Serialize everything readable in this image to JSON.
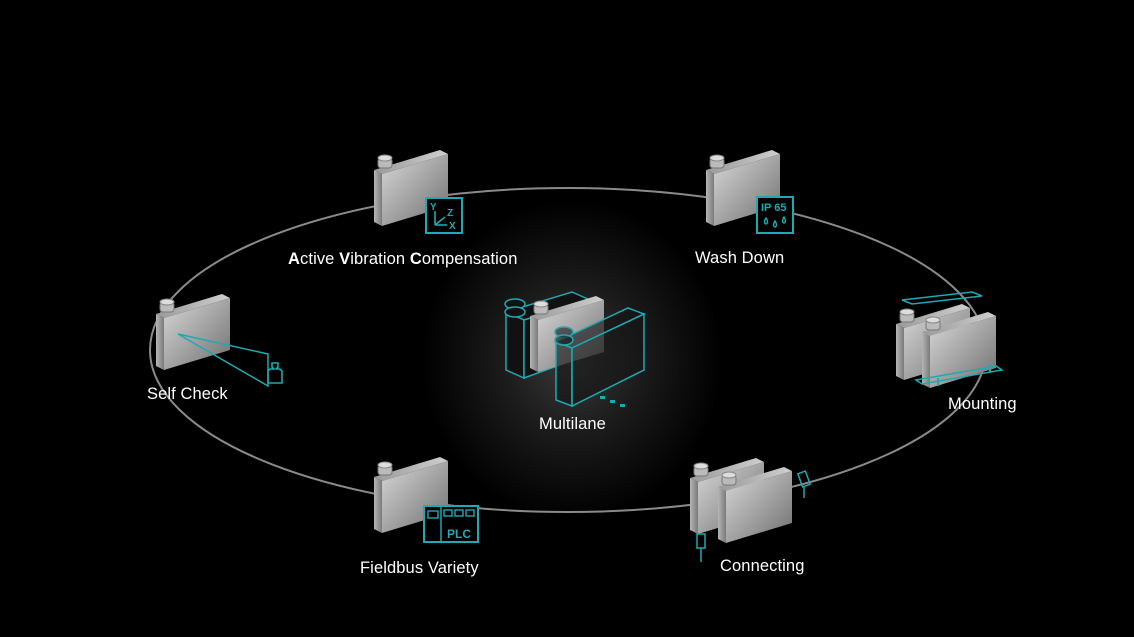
{
  "diagram": {
    "center": {
      "label": "Multilane"
    },
    "accent_color": "#1fa9b0",
    "nodes": [
      {
        "id": "avc",
        "label_parts": [
          {
            "text": "A",
            "bold": true
          },
          {
            "text": "ctive ",
            "bold": false
          },
          {
            "text": "V",
            "bold": true
          },
          {
            "text": "ibration ",
            "bold": false
          },
          {
            "text": "C",
            "bold": true
          },
          {
            "text": "ompensation",
            "bold": false
          }
        ],
        "icon": "xyz-axes-icon",
        "icon_text": {
          "y": "Y",
          "z": "Z",
          "x": "X"
        }
      },
      {
        "id": "wash",
        "label": "Wash Down",
        "icon": "ip65-water-drops-icon",
        "icon_text": "IP 65"
      },
      {
        "id": "mounting",
        "label": "Mounting",
        "icon": "mounting-bracket-screws-icon"
      },
      {
        "id": "connecting",
        "label": "Connecting",
        "icon": "connector-plug-icon"
      },
      {
        "id": "fieldbus",
        "label": "Fieldbus Variety",
        "icon": "plc-icon",
        "icon_text": "PLC"
      },
      {
        "id": "selfcheck",
        "label": "Self Check",
        "icon": "test-weight-icon"
      }
    ]
  }
}
